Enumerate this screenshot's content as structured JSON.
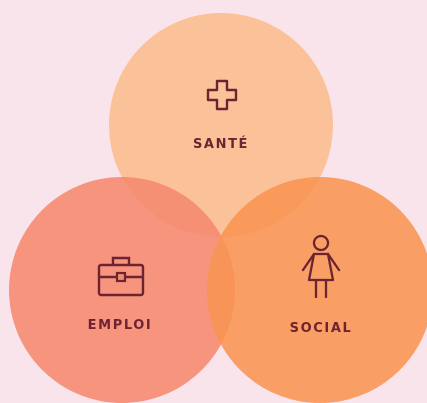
{
  "diagram": {
    "circles": [
      {
        "id": "sante",
        "label": "SANTÉ",
        "icon": "medical-cross-icon",
        "color": "#fbbd8e",
        "opacity": 0.88
      },
      {
        "id": "emploi",
        "label": "EMPLOI",
        "icon": "briefcase-icon",
        "color": "#f5896e",
        "opacity": 0.88
      },
      {
        "id": "social",
        "label": "SOCIAL",
        "icon": "woman-figure-icon",
        "color": "#f89452",
        "opacity": 0.88
      }
    ],
    "text_color": "#6e2430",
    "background": "#f9e4ec"
  }
}
